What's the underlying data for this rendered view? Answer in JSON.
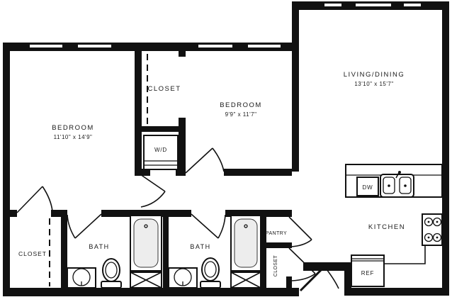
{
  "rooms": {
    "bedroom_left": {
      "label": "BEDROOM",
      "dimensions": "11'10\" x 14'9\""
    },
    "bedroom_middle": {
      "label": "BEDROOM",
      "dimensions": "9'9\" x 11'7\""
    },
    "living_dining": {
      "label": "LIVING/DINING",
      "dimensions": "13'10\" x 15'7\""
    },
    "kitchen": {
      "label": "KITCHEN"
    },
    "bath_left": {
      "label": "BATH"
    },
    "bath_right": {
      "label": "BATH"
    },
    "pantry": {
      "label": "PANTRY"
    },
    "closet_top": {
      "label": "CLOSET"
    },
    "closet_bottom_left": {
      "label": "CLOSET"
    },
    "closet_entry": {
      "label": "CLOSET"
    }
  },
  "appliances": {
    "washer_dryer": {
      "label": "W/D"
    },
    "dishwasher": {
      "label": "DW"
    },
    "refrigerator": {
      "label": "REF"
    }
  },
  "colors": {
    "wall": "#111111",
    "background": "#ffffff",
    "tub_fill": "#ededed",
    "text": "#1a1a1a"
  }
}
